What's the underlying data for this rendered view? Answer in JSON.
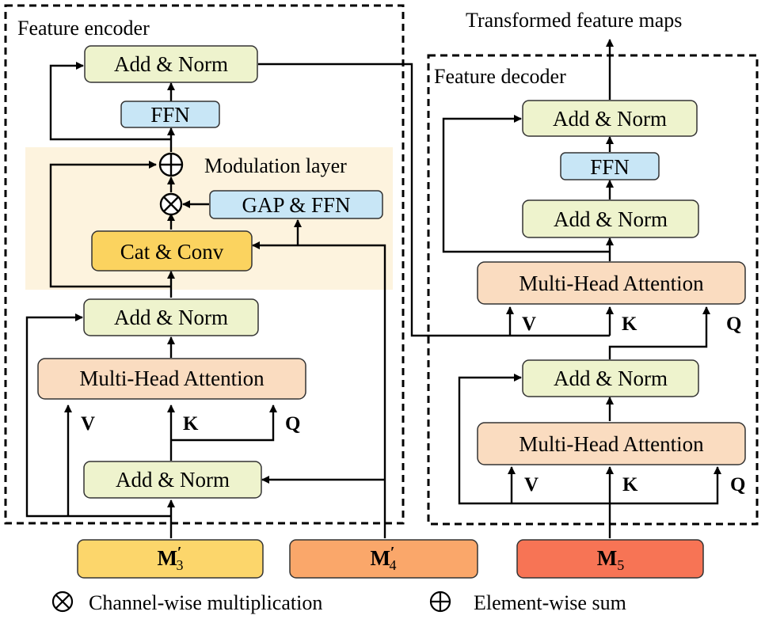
{
  "colors": {
    "add_norm": "#eef3cd",
    "ffn": "#c8e6f6",
    "mha": "#fadcc0",
    "cat_conv": "#fbd35f",
    "modulation_bg": "#fdf3de",
    "m3": "#fcd66b",
    "m4": "#faa76a",
    "m5": "#f77455"
  },
  "encoder": {
    "title": "Feature encoder",
    "add_norm_top": "Add & Norm",
    "ffn": "FFN",
    "modulation_title": "Modulation layer",
    "gap_ffn": "GAP & FFN",
    "cat_conv": "Cat & Conv",
    "add_norm_mid": "Add & Norm",
    "mha": "Multi-Head Attention",
    "add_norm_bottom": "Add & Norm",
    "v": "V",
    "k": "K",
    "q": "Q"
  },
  "decoder": {
    "output_label": "Transformed feature maps",
    "title": "Feature decoder",
    "add_norm_top": "Add & Norm",
    "ffn": "FFN",
    "add_norm_mid": "Add & Norm",
    "mha_top": "Multi-Head Attention",
    "v_top": "V",
    "k_top": "K",
    "q_top": "Q",
    "add_norm_bottom": "Add & Norm",
    "mha_bottom": "Multi-Head Attention",
    "v_bottom": "V",
    "k_bottom": "K",
    "q_bottom": "Q"
  },
  "inputs": {
    "m3": {
      "base": "M",
      "prime": "′",
      "sub": "3"
    },
    "m4": {
      "base": "M",
      "prime": "′",
      "sub": "4"
    },
    "m5": {
      "base": "M",
      "prime": "",
      "sub": "5"
    }
  },
  "legend": {
    "multiply_icon": "circle-times-icon",
    "multiply_label": "Channel-wise multiplication",
    "sum_icon": "circle-plus-icon",
    "sum_label": "Element-wise sum"
  }
}
